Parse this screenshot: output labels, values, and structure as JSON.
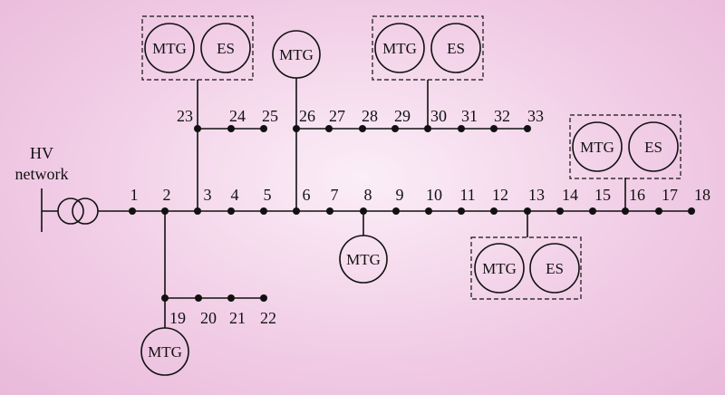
{
  "hv_label": [
    "HV",
    "network"
  ],
  "unit_labels": {
    "mtg": "MTG",
    "es": "ES"
  },
  "buses": [
    "1",
    "2",
    "3",
    "4",
    "5",
    "6",
    "7",
    "8",
    "9",
    "10",
    "11",
    "12",
    "13",
    "14",
    "15",
    "16",
    "17",
    "18",
    "19",
    "20",
    "21",
    "22",
    "23",
    "24",
    "25",
    "26",
    "27",
    "28",
    "29",
    "30",
    "31",
    "32",
    "33"
  ]
}
